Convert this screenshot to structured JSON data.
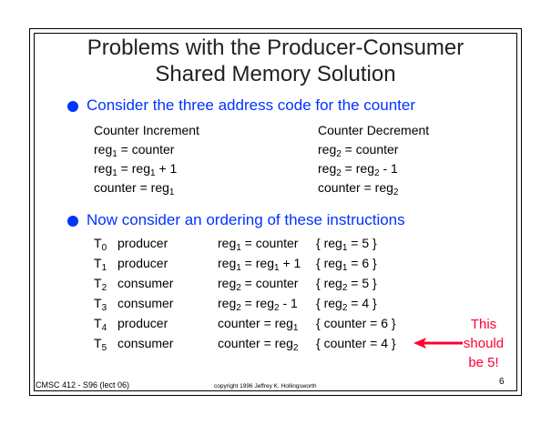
{
  "title": [
    "Problems with the Producer-Consumer",
    "Shared Memory  Solution"
  ],
  "bullets": [
    "Consider the three address code for the counter",
    "Now consider an ordering of these instructions"
  ],
  "code": {
    "increment": {
      "header": "Counter Increment",
      "lines": [
        [
          {
            "t": "reg"
          },
          {
            "s": "1"
          },
          {
            "t": " = counter"
          }
        ],
        [
          {
            "t": "reg"
          },
          {
            "s": "1"
          },
          {
            "t": " = reg"
          },
          {
            "s": "1"
          },
          {
            "t": " + 1"
          }
        ],
        [
          {
            "t": "counter = reg"
          },
          {
            "s": "1"
          }
        ]
      ]
    },
    "decrement": {
      "header": "Counter Decrement",
      "lines": [
        [
          {
            "t": "reg"
          },
          {
            "s": "2"
          },
          {
            "t": " = counter"
          }
        ],
        [
          {
            "t": "reg"
          },
          {
            "s": "2"
          },
          {
            "t": " = reg"
          },
          {
            "s": "2"
          },
          {
            "t": " - 1"
          }
        ],
        [
          {
            "t": "counter = reg"
          },
          {
            "s": "2"
          }
        ]
      ]
    }
  },
  "ordering": [
    {
      "time": [
        {
          "t": "T"
        },
        {
          "s": "0"
        }
      ],
      "who": "producer",
      "instr": [
        {
          "t": "reg"
        },
        {
          "s": "1"
        },
        {
          "t": " = counter"
        }
      ],
      "result": [
        {
          "t": "{ reg"
        },
        {
          "s": "1"
        },
        {
          "t": " = 5 }"
        }
      ]
    },
    {
      "time": [
        {
          "t": "T"
        },
        {
          "s": "1"
        }
      ],
      "who": "producer",
      "instr": [
        {
          "t": "reg"
        },
        {
          "s": "1"
        },
        {
          "t": " = reg"
        },
        {
          "s": "1"
        },
        {
          "t": " + 1"
        }
      ],
      "result": [
        {
          "t": "{ reg"
        },
        {
          "s": "1"
        },
        {
          "t": " = 6 }"
        }
      ]
    },
    {
      "time": [
        {
          "t": "T"
        },
        {
          "s": "2"
        }
      ],
      "who": "consumer",
      "instr": [
        {
          "t": "reg"
        },
        {
          "s": "2"
        },
        {
          "t": " = counter"
        }
      ],
      "result": [
        {
          "t": "{ reg"
        },
        {
          "s": "2"
        },
        {
          "t": " = 5 }"
        }
      ]
    },
    {
      "time": [
        {
          "t": "T"
        },
        {
          "s": "3"
        }
      ],
      "who": "consumer",
      "instr": [
        {
          "t": "reg"
        },
        {
          "s": "2"
        },
        {
          "t": " = reg"
        },
        {
          "s": "2"
        },
        {
          "t": " - 1"
        }
      ],
      "result": [
        {
          "t": "{ reg"
        },
        {
          "s": "2"
        },
        {
          "t": " = 4 }"
        }
      ]
    },
    {
      "time": [
        {
          "t": "T"
        },
        {
          "s": "4"
        }
      ],
      "who": "producer",
      "instr": [
        {
          "t": "counter = reg"
        },
        {
          "s": "1"
        }
      ],
      "result": [
        {
          "t": "{ counter = 6 }"
        }
      ]
    },
    {
      "time": [
        {
          "t": "T"
        },
        {
          "s": "5"
        }
      ],
      "who": "consumer",
      "instr": [
        {
          "t": "counter = reg"
        },
        {
          "s": "2"
        }
      ],
      "result": [
        {
          "t": "{ counter = 4 }"
        }
      ]
    }
  ],
  "annotation": [
    "This",
    "should",
    "be 5!"
  ],
  "colors": {
    "bullet": "#0033ff",
    "annotation": "#ff0033"
  },
  "footer": {
    "course": "CMSC 412 - S96  (lect 06)",
    "copyright": "copyright 1996 Jeffrey K. Hollingsworth",
    "page": "6"
  }
}
